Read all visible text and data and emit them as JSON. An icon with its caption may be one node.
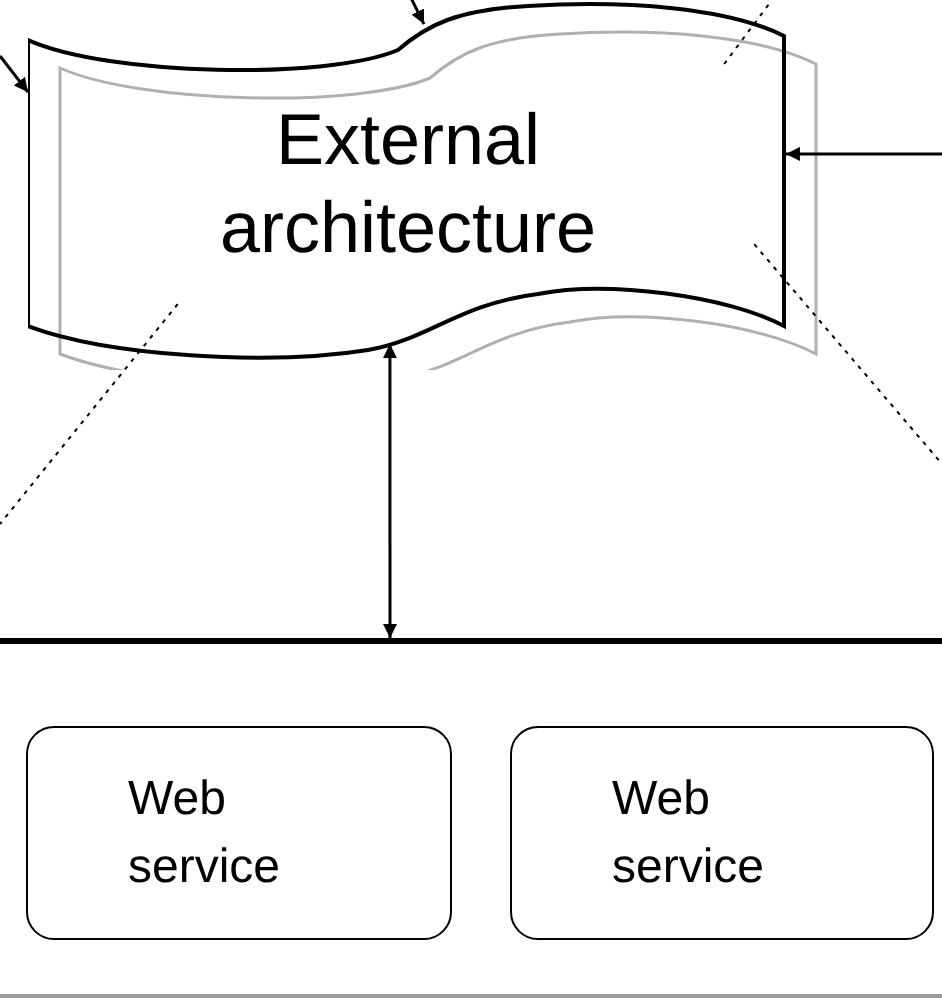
{
  "diagram": {
    "nodes": [
      {
        "text": [
          "External architecture"
        ]
      },
      {
        "text": [
          "Web service"
        ]
      },
      {
        "text": [
          "Web service"
        ]
      },
      {
        "text": [],
        "shape": "bar"
      }
    ],
    "edges": [
      {
        "from": null,
        "to": 0,
        "arrow": "to"
      },
      {
        "from": null,
        "to": 0,
        "arrow": "to"
      },
      {
        "from": null,
        "to": 0,
        "arrow": "to"
      },
      {
        "from": 0,
        "to": 3,
        "arrow": "both"
      },
      {
        "from": 0,
        "to": null,
        "arrow": "none",
        "style": "dashed"
      },
      {
        "from": 0,
        "to": null,
        "arrow": "none",
        "style": "dashed"
      },
      {
        "from": 0,
        "to": null,
        "arrow": "none",
        "style": "dashed"
      }
    ]
  }
}
